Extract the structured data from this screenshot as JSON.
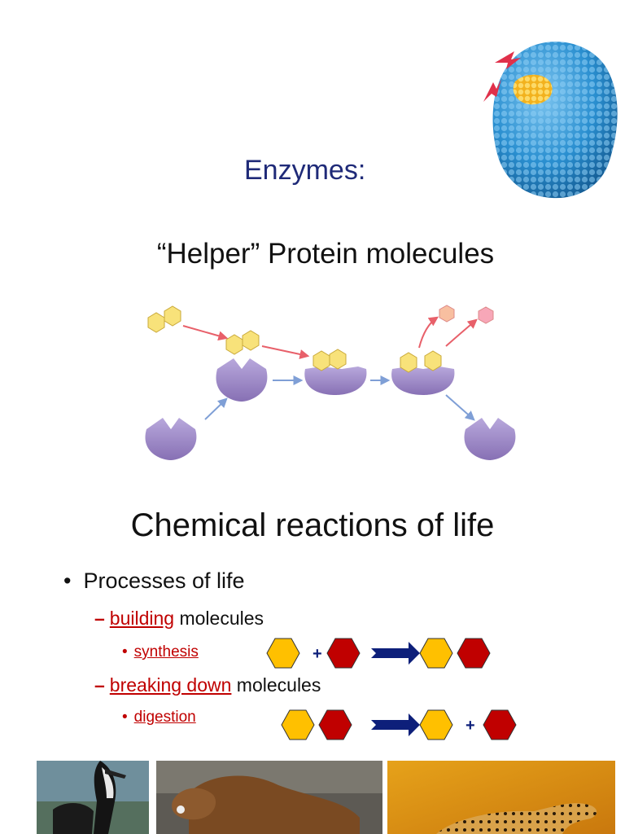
{
  "slide1": {
    "title": "Enzymes:",
    "subtitle": "“Helper” Protein molecules"
  },
  "slide2": {
    "heading": "Chemical reactions of life",
    "bullet": "Processes of life",
    "sub1": {
      "keyword": "building",
      "rest": " molecules",
      "example": "synthesis"
    },
    "sub2": {
      "keyword": "breaking down",
      "rest": " molecules",
      "example": "digestion"
    },
    "plus": "+"
  },
  "colors": {
    "title_blue": "#1f2a78",
    "accent_red": "#c00000",
    "hex_yellow": "#ffc000",
    "hex_red": "#c00000",
    "arrow_navy": "#0d1f7a",
    "enzyme_purple": "#9b88c0",
    "protein_blue": "#2a8fd0"
  },
  "photos": [
    "bird-photo",
    "bear-photo",
    "cheetah-photo"
  ]
}
